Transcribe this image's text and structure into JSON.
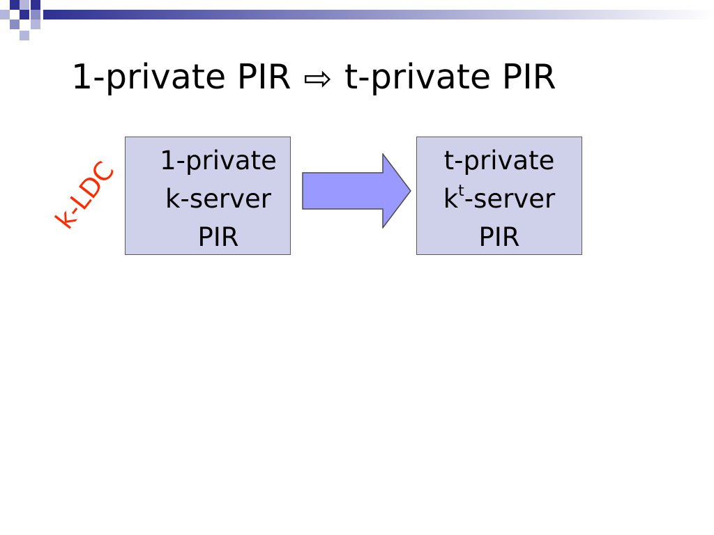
{
  "slide": {
    "title_left": "1-private PIR",
    "title_arrow": "⇨",
    "title_right": "t-private PIR"
  },
  "diagram": {
    "source_box": {
      "line1": "1-private",
      "line2": "k-server",
      "line3": "PIR"
    },
    "target_box": {
      "line1": "t-private",
      "line2_base": "k",
      "line2_sup": "t",
      "line2_rest": "-server",
      "line3": "PIR"
    },
    "side_label": "k-LDC"
  },
  "colors": {
    "box_fill": "#cfd0e9",
    "arrow_fill": "#9999ff",
    "side_label": "#ff2a00",
    "accent_dark": "#2e3192"
  },
  "icons": {
    "top_corner": "checkered-squares-decoration",
    "connector": "right-block-arrow"
  }
}
